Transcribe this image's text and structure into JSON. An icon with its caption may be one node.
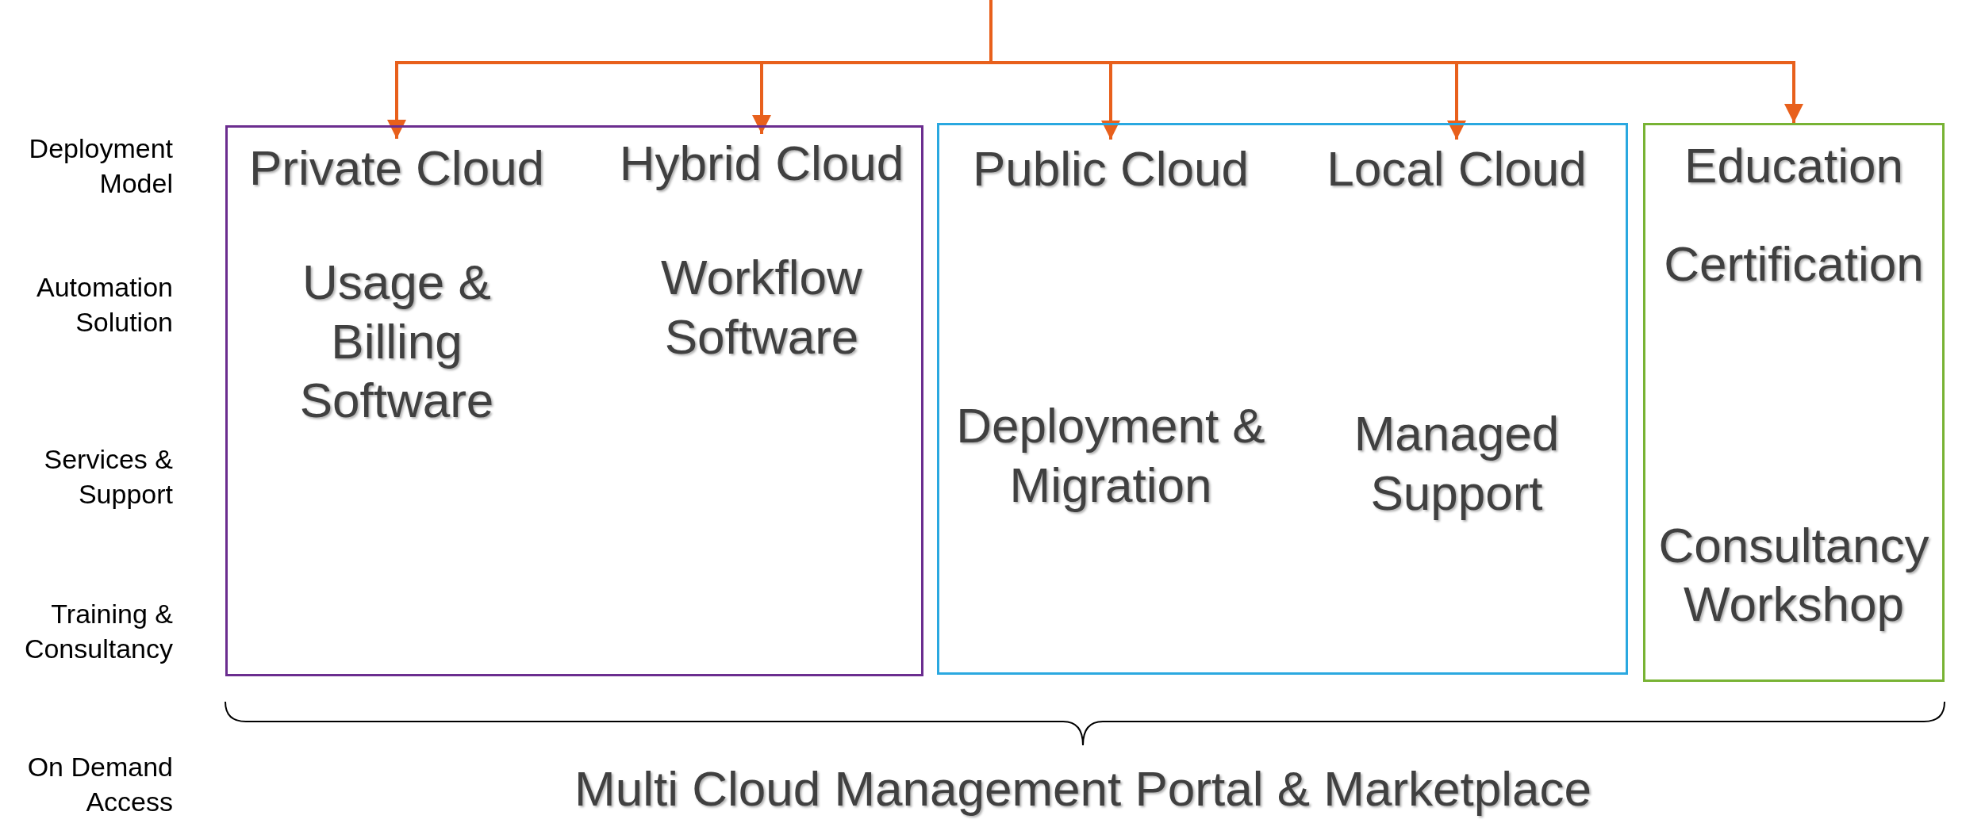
{
  "diagram": {
    "nodes": [
      {
        "text": [],
        "shape": "box"
      },
      {
        "text": [
          "Private Cloud",
          "Usage & Billing Software"
        ],
        "in": 0
      },
      {
        "text": [
          "Hybrid Cloud",
          "Workflow Software"
        ],
        "in": 0
      },
      {
        "text": [],
        "shape": "box"
      },
      {
        "text": [
          "Public Cloud",
          "Deployment & Migration"
        ],
        "in": 3
      },
      {
        "text": [
          "Local Cloud",
          "Managed Support"
        ],
        "in": 3
      },
      {
        "text": [
          "Education",
          "Certification",
          "Consultancy Workshop"
        ]
      }
    ],
    "edges": [
      {
        "from": null,
        "to": 1,
        "arrow": "to"
      },
      {
        "from": null,
        "to": 2,
        "arrow": "to"
      },
      {
        "from": null,
        "to": 4,
        "arrow": "to"
      },
      {
        "from": null,
        "to": 5,
        "arrow": "to"
      },
      {
        "from": null,
        "to": 6,
        "arrow": "to"
      }
    ],
    "labels": [
      "Deployment Model",
      "Automation Solution",
      "Services & Support",
      "Training & Consultancy",
      "On Demand Access",
      "Multi Cloud Management Portal & Marketplace"
    ]
  }
}
